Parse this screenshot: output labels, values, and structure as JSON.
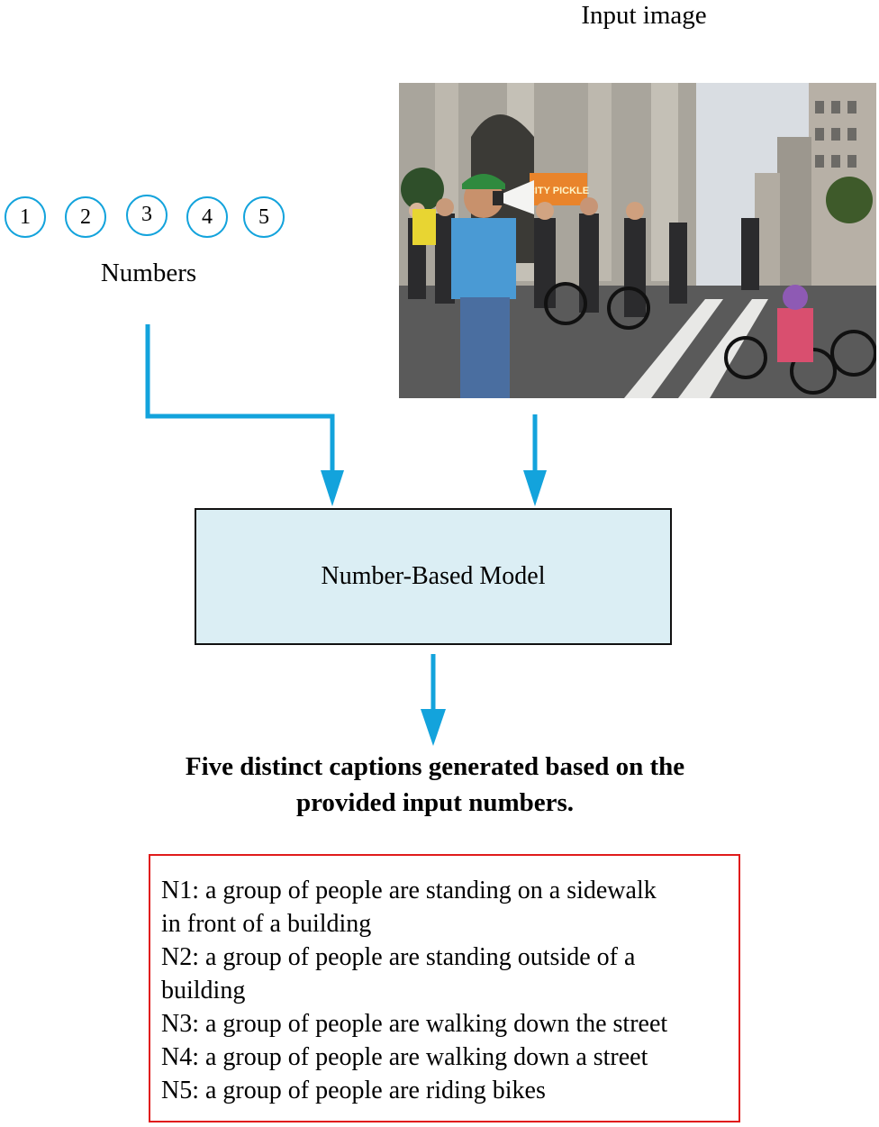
{
  "input_image": {
    "title": "Input image",
    "sign_text": "CITY PICKLE"
  },
  "numbers": {
    "items": [
      "1",
      "2",
      "3",
      "4",
      "5"
    ],
    "label": "Numbers"
  },
  "model": {
    "label": "Number-Based Model"
  },
  "output": {
    "title_line1": "Five distinct captions generated based on the",
    "title_line2": "provided input numbers.",
    "captions": [
      "N1: a group of people are standing on a sidewalk",
      "in front of a building",
      "N2: a group of people are standing outside of a",
      "building",
      "N3: a group of people are walking down the street",
      "N4: a group of people are walking down a street",
      "N5: a group of people are riding bikes"
    ]
  },
  "colors": {
    "arrow": "#13a3dc",
    "model_fill": "#dbeef4",
    "caption_border": "#e01b1b"
  }
}
